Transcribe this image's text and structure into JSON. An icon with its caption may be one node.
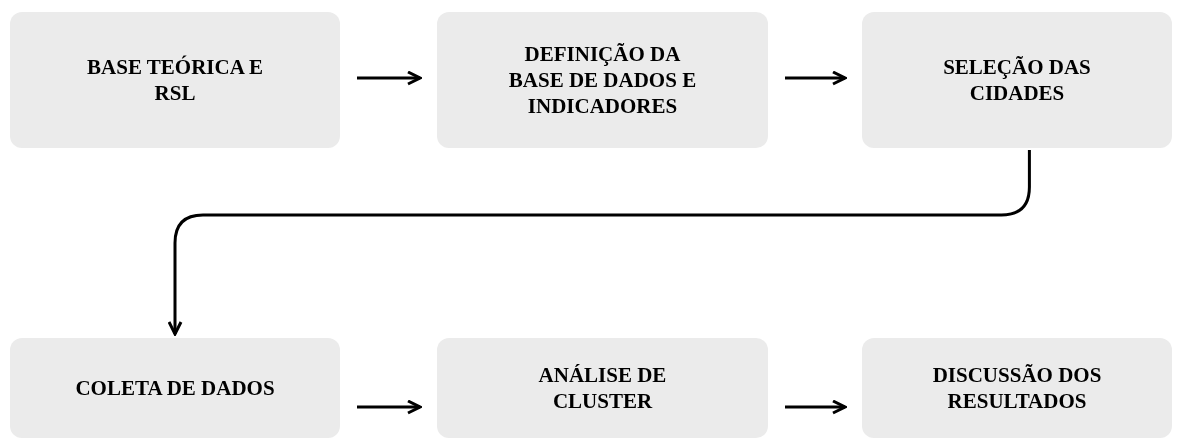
{
  "diagram": {
    "nodes": [
      {
        "text": [
          "BASE TEÓRICA E RSL"
        ]
      },
      {
        "text": [
          "DEFINIÇÃO DA BASE DE DADOS E INDICADORES"
        ]
      },
      {
        "text": [
          "SELEÇÃO DAS CIDADES"
        ]
      },
      {
        "text": [
          "COLETA DE DADOS"
        ]
      },
      {
        "text": [
          "ANÁLISE DE CLUSTER"
        ]
      },
      {
        "text": [
          "DISCUSSÃO DOS RESULTADOS"
        ]
      }
    ],
    "edges": [
      {
        "from": 0,
        "to": 1,
        "arrow": "to"
      },
      {
        "from": 1,
        "to": 2,
        "arrow": "to"
      },
      {
        "from": 2,
        "to": 3,
        "arrow": "to"
      },
      {
        "from": 3,
        "to": 4,
        "arrow": "to"
      },
      {
        "from": 4,
        "to": 5,
        "arrow": "to"
      }
    ]
  }
}
